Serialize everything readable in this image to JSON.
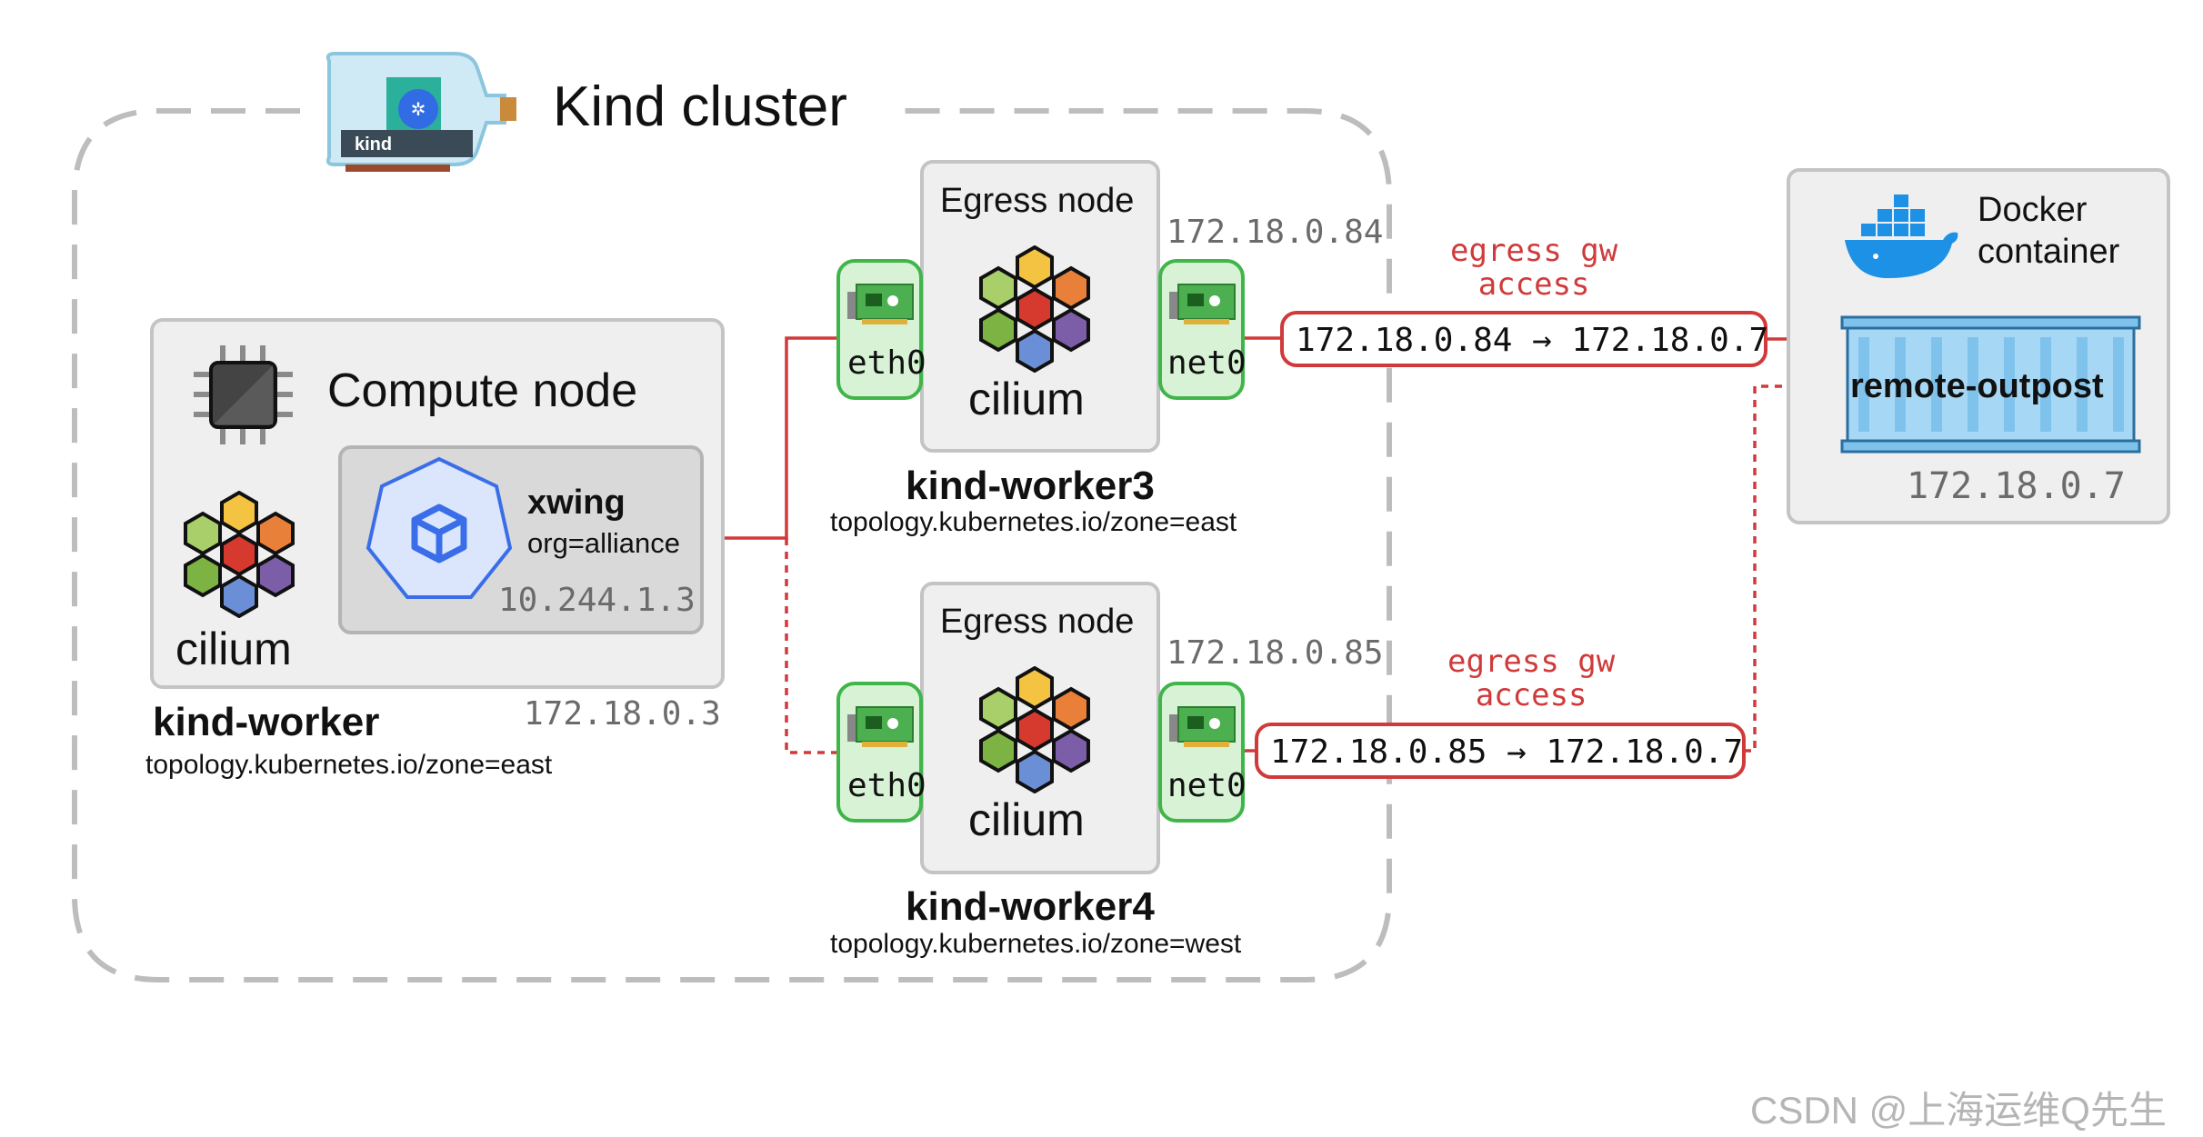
{
  "cluster": {
    "title": "Kind cluster",
    "logo_label": "kind"
  },
  "compute_node": {
    "title": "Compute node",
    "cilium_label": "cilium",
    "name": "kind-worker",
    "zone": "topology.kubernetes.io/zone=east",
    "ip": "172.18.0.3",
    "pod": {
      "name": "xwing",
      "label": "org=alliance",
      "ip": "10.244.1.3"
    }
  },
  "egress_nodes": [
    {
      "title": "Egress node",
      "cilium_label": "cilium",
      "name": "kind-worker3",
      "zone": "topology.kubernetes.io/zone=east",
      "ip": "172.18.0.84",
      "eth_label": "eth0",
      "net_label": "net0",
      "route_label": "egress gw\naccess",
      "route": "172.18.0.84 → 172.18.0.7"
    },
    {
      "title": "Egress node",
      "cilium_label": "cilium",
      "name": "kind-worker4",
      "zone": "topology.kubernetes.io/zone=west",
      "ip": "172.18.0.85",
      "eth_label": "eth0",
      "net_label": "net0",
      "route_label": "egress gw\naccess",
      "route": "172.18.0.85 → 172.18.0.7"
    }
  ],
  "docker": {
    "title_line1": "Docker",
    "title_line2": "container",
    "container_name": "remote-outpost",
    "ip": "172.18.0.7"
  },
  "watermark": "CSDN @上海运维Q先生",
  "colors": {
    "route_red": "#d13a3a",
    "nic_green": "#3fb54a",
    "cilium_yellow": "#f5c342",
    "cilium_orange": "#e8803a",
    "cilium_red": "#d63a2f",
    "cilium_lime": "#a8cf6a",
    "cilium_green": "#7cb342",
    "cilium_blue": "#6b8fd6",
    "cilium_purple": "#7b5ea7",
    "pod_blue": "#3a6ee8",
    "docker_blue": "#1d91e6"
  }
}
